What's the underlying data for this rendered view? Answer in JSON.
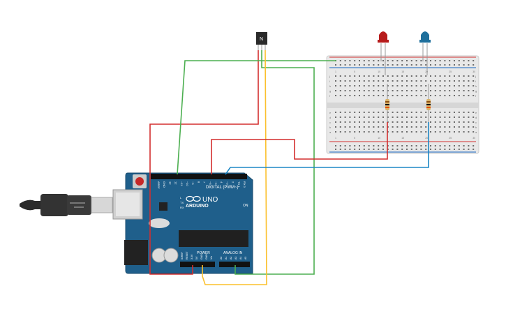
{
  "board": {
    "brand_label": "ARDUINO",
    "model_label": "UNO",
    "digital_header_label": "DIGITAL (PWM~)",
    "power_header_label": "POWER",
    "analog_header_label": "ANALOG IN",
    "on_led_label": "ON",
    "tx_label": "TX",
    "rx_label": "RX",
    "l_label": "L",
    "digital_pins": [
      "AREF",
      "GND",
      "13",
      "12",
      "~11",
      "~10",
      "~9",
      "8",
      "7",
      "~6",
      "~5",
      "4",
      "~3",
      "2",
      "TX 1",
      "RX 0"
    ],
    "power_pins": [
      "IOREF",
      "RESET",
      "3.3V",
      "5V",
      "GND",
      "GND",
      "Vin"
    ],
    "analog_pins": [
      "A0",
      "A1",
      "A2",
      "A3",
      "A4",
      "A5"
    ]
  },
  "components": {
    "transistor_label": "N",
    "led_left_color": "#b71c1c",
    "led_right_color": "#1e6f9c"
  },
  "breadboard": {
    "top_row_letters": [
      "j",
      "i",
      "h",
      "g",
      "f"
    ],
    "bottom_row_letters": [
      "e",
      "d",
      "c",
      "b",
      "a"
    ],
    "column_numbers": [
      "1",
      "5",
      "10",
      "15",
      "20",
      "25",
      "30"
    ]
  },
  "wire_colors": {
    "red": "#d32f2f",
    "green": "#4caf50",
    "yellow": "#fbc02d",
    "blue": "#1e88c5"
  }
}
